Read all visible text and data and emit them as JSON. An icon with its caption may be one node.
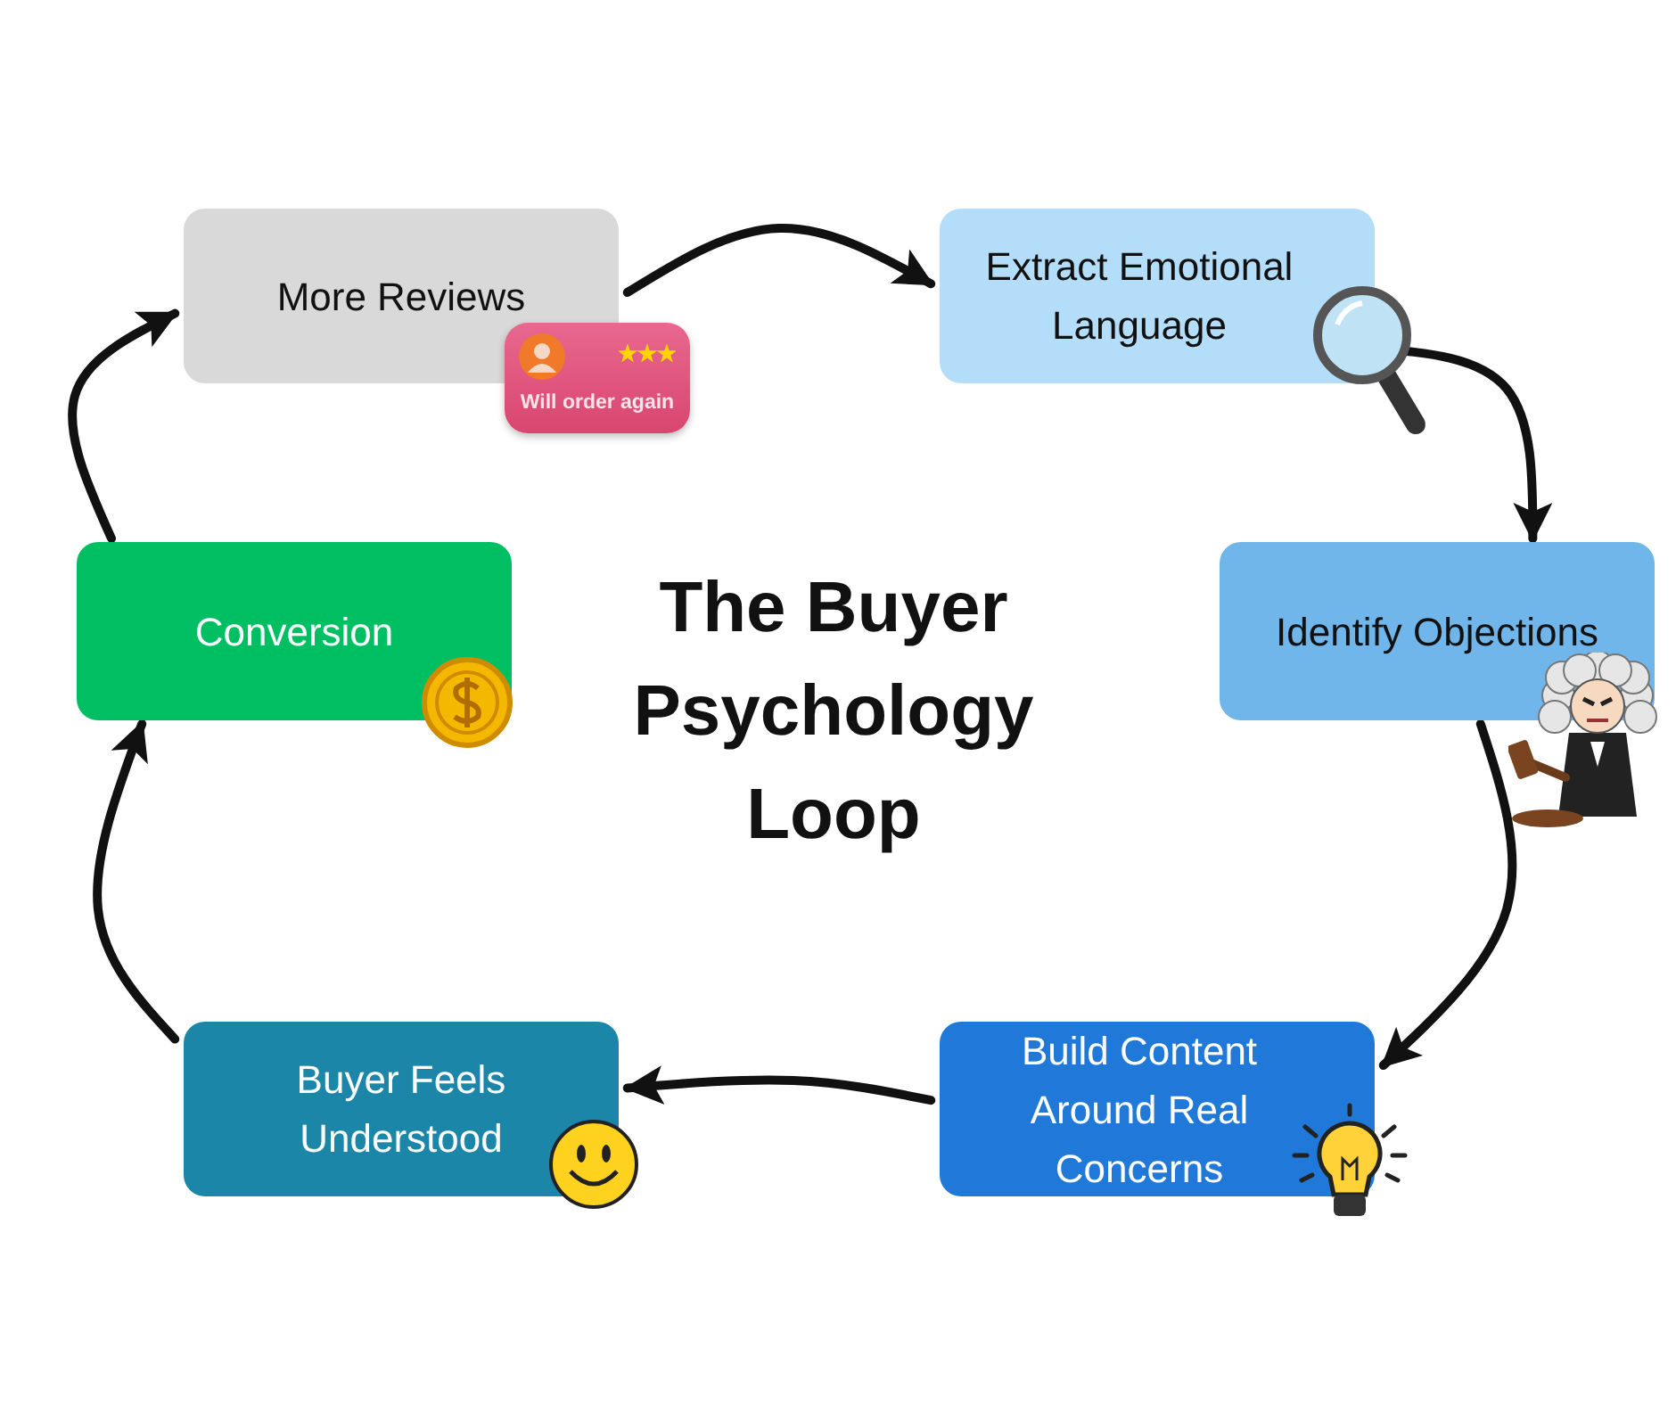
{
  "diagram": {
    "title": "The Buyer Psychology Loop",
    "nodes": [
      {
        "text": [
          "More Reviews"
        ]
      },
      {
        "text": [
          "Extract Emotional Language"
        ]
      },
      {
        "text": [
          "Identify Objections"
        ]
      },
      {
        "text": [
          "Build Content Around Real Concerns"
        ]
      },
      {
        "text": [
          "Buyer Feels Understood"
        ]
      },
      {
        "text": [
          "Conversion"
        ]
      }
    ],
    "edges": [
      {
        "from": 0,
        "to": 1,
        "arrow": "to"
      },
      {
        "from": 1,
        "to": 2,
        "arrow": "to"
      },
      {
        "from": 2,
        "to": 3,
        "arrow": "to"
      },
      {
        "from": 3,
        "to": 4,
        "arrow": "to"
      },
      {
        "from": 4,
        "to": 5,
        "arrow": "to"
      },
      {
        "from": 5,
        "to": 0,
        "arrow": "to"
      }
    ],
    "labels": [
      "Will order again"
    ]
  }
}
